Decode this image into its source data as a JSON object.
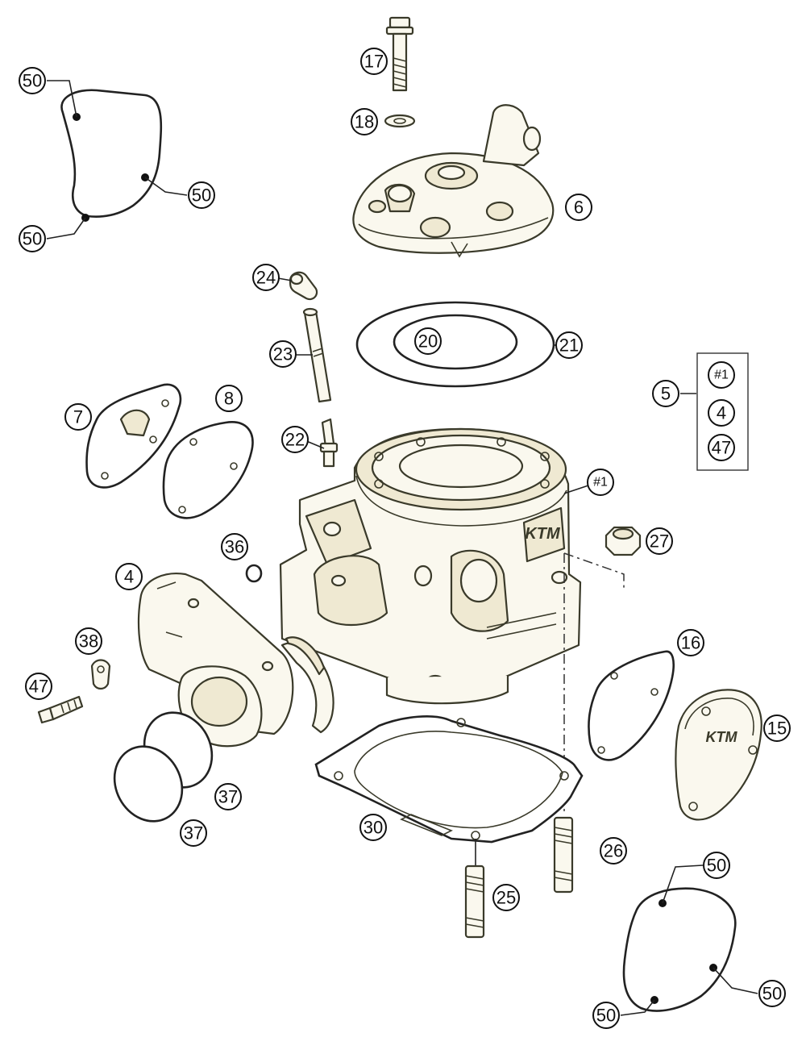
{
  "callouts": {
    "c17": "17",
    "c18": "18",
    "c6": "6",
    "c24": "24",
    "c23": "23",
    "c20": "20",
    "c21": "21",
    "c5": "5",
    "kit1": "#1",
    "kit4": "4",
    "kit47": "47",
    "c7": "7",
    "c8": "8",
    "c22": "22",
    "c1": "#1",
    "c27": "27",
    "c36": "36",
    "c4": "4",
    "c38": "38",
    "c47": "47",
    "c16": "16",
    "c15": "15",
    "c37a": "37",
    "c37b": "37",
    "c30": "30",
    "c26": "26",
    "c25": "25",
    "c50tl1": "50",
    "c50tl2": "50",
    "c50tl3": "50",
    "c50br1": "50",
    "c50br2": "50",
    "c50br3": "50"
  },
  "logo_text": "KTM"
}
